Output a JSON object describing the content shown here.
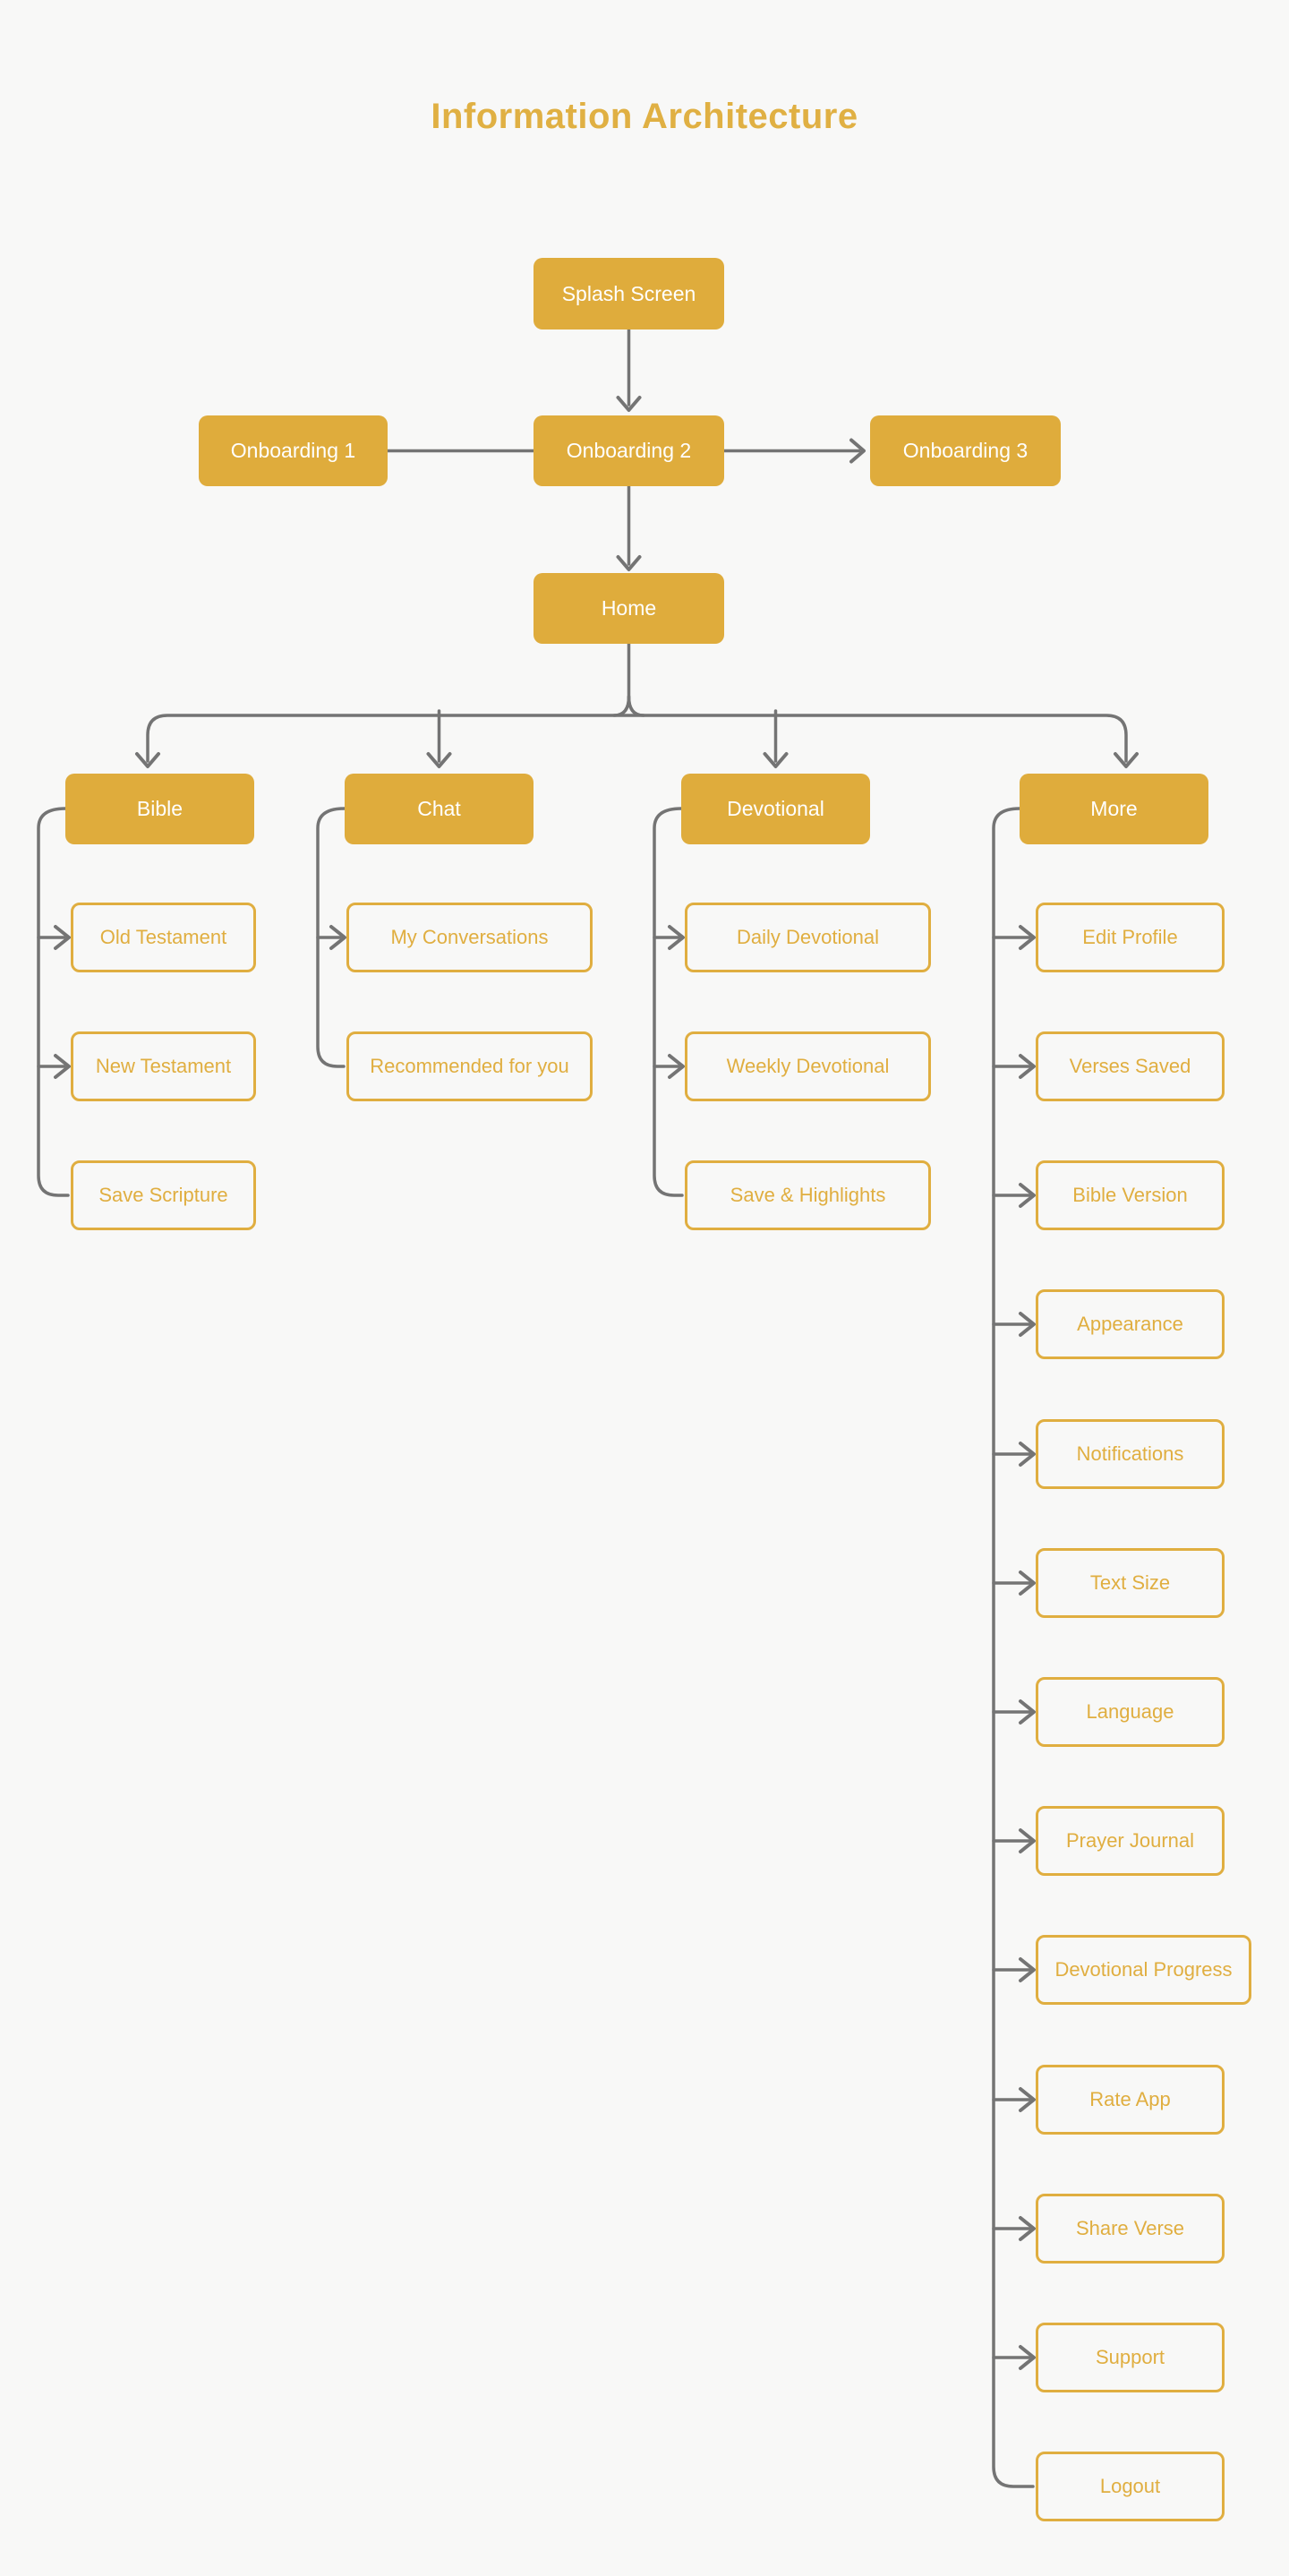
{
  "title": "Information Architecture",
  "diagram_type": "app-sitemap-flowchart",
  "colors": {
    "gold_fill": "#DFAC3C",
    "gold_outline": "#E0AE40",
    "connector_gray": "#747474",
    "background": "#F8F8F7",
    "filled_node_text": "#FFFFFF",
    "title_gold": "#E0B043"
  },
  "flow": {
    "splash": {
      "label": "Splash Screen"
    },
    "onboarding": [
      {
        "label": "Onboarding 1"
      },
      {
        "label": "Onboarding 2"
      },
      {
        "label": "Onboarding 3"
      }
    ],
    "home": {
      "label": "Home"
    },
    "sections": [
      {
        "label": "Bible",
        "children": [
          "Old Testament",
          "New Testament",
          "Save Scripture"
        ]
      },
      {
        "label": "Chat",
        "children": [
          "My Conversations",
          "Recommended for you"
        ]
      },
      {
        "label": "Devotional",
        "children": [
          "Daily Devotional",
          "Weekly Devotional",
          "Save & Highlights"
        ]
      },
      {
        "label": "More",
        "children": [
          "Edit Profile",
          "Verses Saved",
          "Bible Version",
          "Appearance",
          "Notifications",
          "Text Size",
          "Language",
          "Prayer Journal",
          "Devotional Progress",
          "Rate App",
          "Share Verse",
          "Support",
          "Logout"
        ]
      }
    ]
  }
}
